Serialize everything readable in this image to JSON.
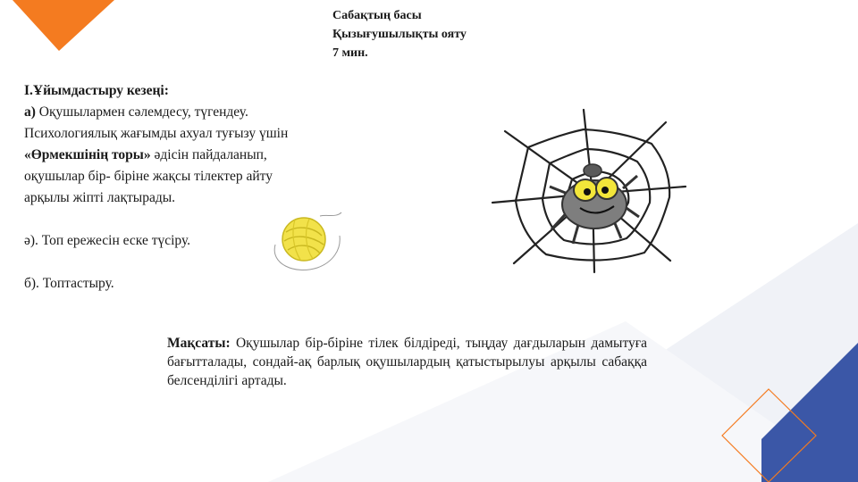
{
  "header": {
    "line1": "Сабақтың басы",
    "line2": "Қызығушылықты ояту",
    "line3": "7 мин."
  },
  "stage": {
    "title": "І.Ұйымдастыру кезеңі:",
    "a_label": "а)",
    "a_text": " Оқушылармен сәлемдесу, түгендеу.",
    "line2": "Психологиялық жағымды ахуал туғызу үшін",
    "method": "«Өрмекшінің торы»",
    "line3_rest": " әдісін пайдаланып,",
    "line4": "оқушылар бір- біріне жақсы тілектер айту",
    "line5": "арқылы жіпті лақтырады.",
    "item_b": "ә). Топ ережесін еске түсіру.",
    "item_c": "б). Топтастыру."
  },
  "goal": {
    "label": "Мақсаты:",
    "text": " Оқушылар бір-біріне тілек білдіреді, тыңдау дағдыларын дамытуға бағытталады, сондай-ақ барлық оқушылардың қатыстырылуы арқылы сабаққа белсенділігі артады."
  },
  "colors": {
    "orange": "#f47b20",
    "blue": "#3b57a7",
    "gray": "#eef0f5"
  }
}
